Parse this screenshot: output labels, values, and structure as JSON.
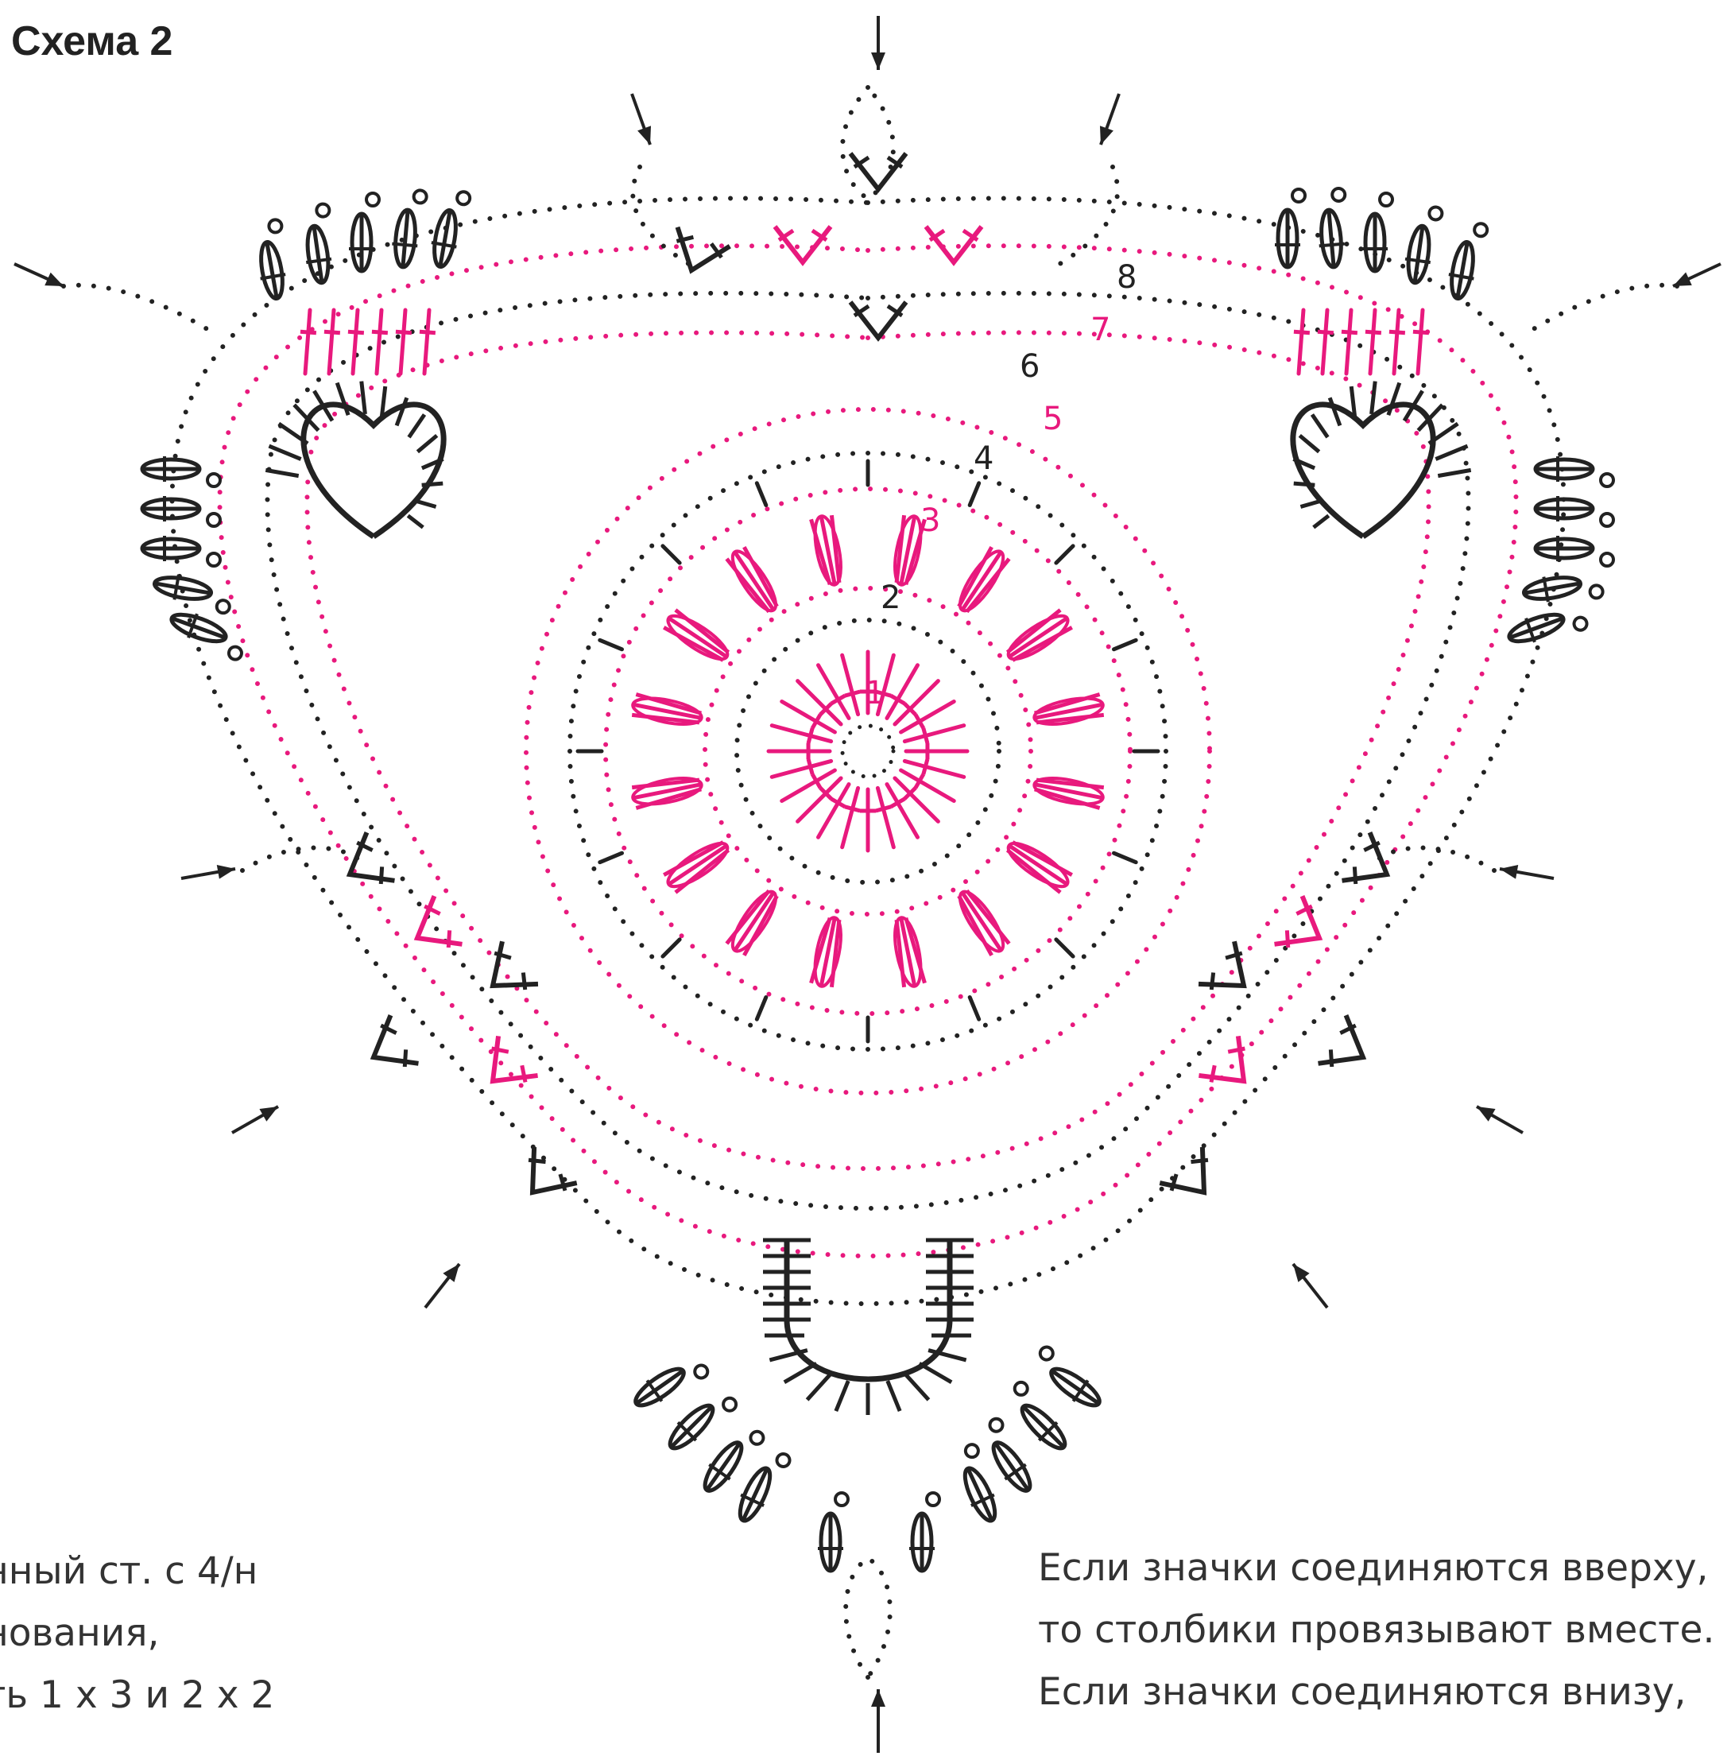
{
  "title": "Схема 2",
  "colors": {
    "pink": "#e8197d",
    "dark": "#222222",
    "background": "#ffffff"
  },
  "round_labels": [
    {
      "text": "1",
      "color": "pink"
    },
    {
      "text": "2",
      "color": "dark"
    },
    {
      "text": "3",
      "color": "pink"
    },
    {
      "text": "4",
      "color": "dark"
    },
    {
      "text": "5",
      "color": "pink"
    },
    {
      "text": "6",
      "color": "dark"
    },
    {
      "text": "7",
      "color": "pink"
    },
    {
      "text": "8",
      "color": "dark"
    }
  ],
  "legend_left": [
    "нный ст. с 4/н",
    "нования,",
    "ть 1 х 3 и 2 х 2"
  ],
  "legend_right": [
    "Если значки соединяются вверху,",
    "то столбики провязывают вместе.",
    "Если значки соединяются внизу,"
  ],
  "icons": [
    "arrow-icon",
    "picot-icon",
    "chain-icon",
    "double-crochet-icon",
    "cluster-icon"
  ]
}
